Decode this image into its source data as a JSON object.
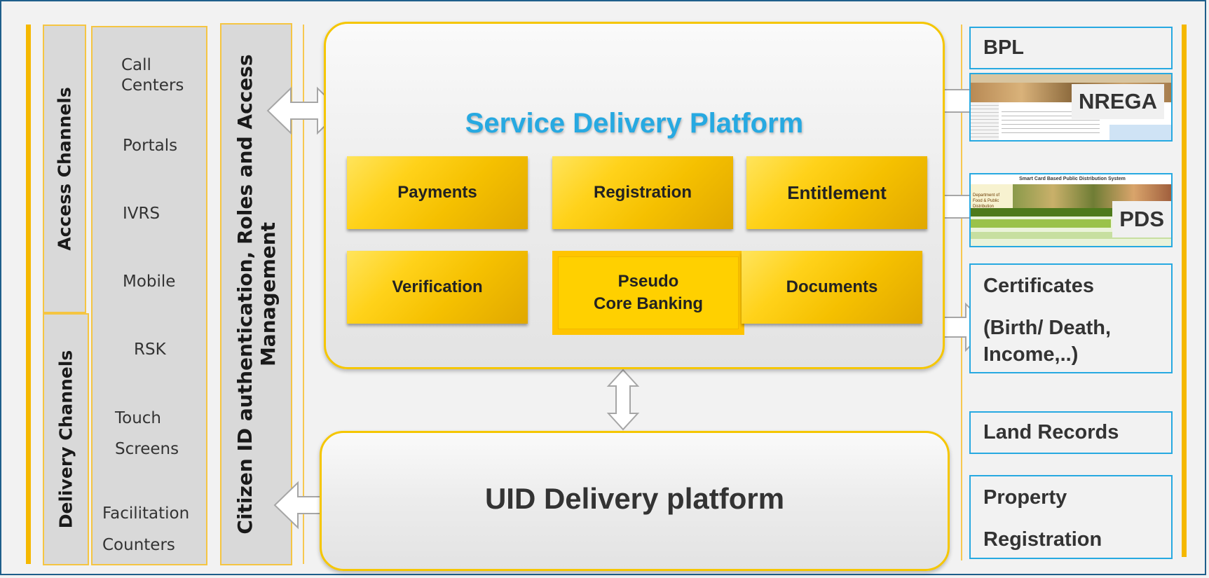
{
  "colors": {
    "accent_yellow": "#f5c600",
    "title_blue": "#27a9e1",
    "border_blue": "#27a9e1",
    "frame": "#1f5f8b"
  },
  "left": {
    "access_channels": "Access Channels",
    "delivery_channels": "Delivery Channels",
    "channels": [
      "Call",
      "Centers",
      "Portals",
      "IVRS",
      "Mobile",
      "RSK",
      "Touch",
      "Screens",
      "Facilitation",
      "Counters"
    ],
    "citizen_id_line1": "Citizen ID authentication, Roles and Access",
    "citizen_id_line2": "Management"
  },
  "sdp": {
    "title": "Service Delivery Platform",
    "boxes": {
      "payments": "Payments",
      "registration": "Registration",
      "entitlement": "Entitlement",
      "verification": "Verification",
      "pseudo1": "Pseudo",
      "pseudo2": "Core Banking",
      "documents": "Documents"
    }
  },
  "uid": {
    "title": "UID Delivery platform"
  },
  "right": {
    "bpl": "BPL",
    "nrega": "NREGA",
    "pds": "PDS",
    "pds_header": "Smart Card Based Public Distribution System",
    "pds_dept1": "Department of",
    "pds_dept2": "Food & Public Distribution",
    "cert1": "Certificates",
    "cert2": "(Birth/ Death,",
    "cert3": "Income,..)",
    "land": "Land Records",
    "prop1": "Property",
    "prop2": "Registration"
  }
}
